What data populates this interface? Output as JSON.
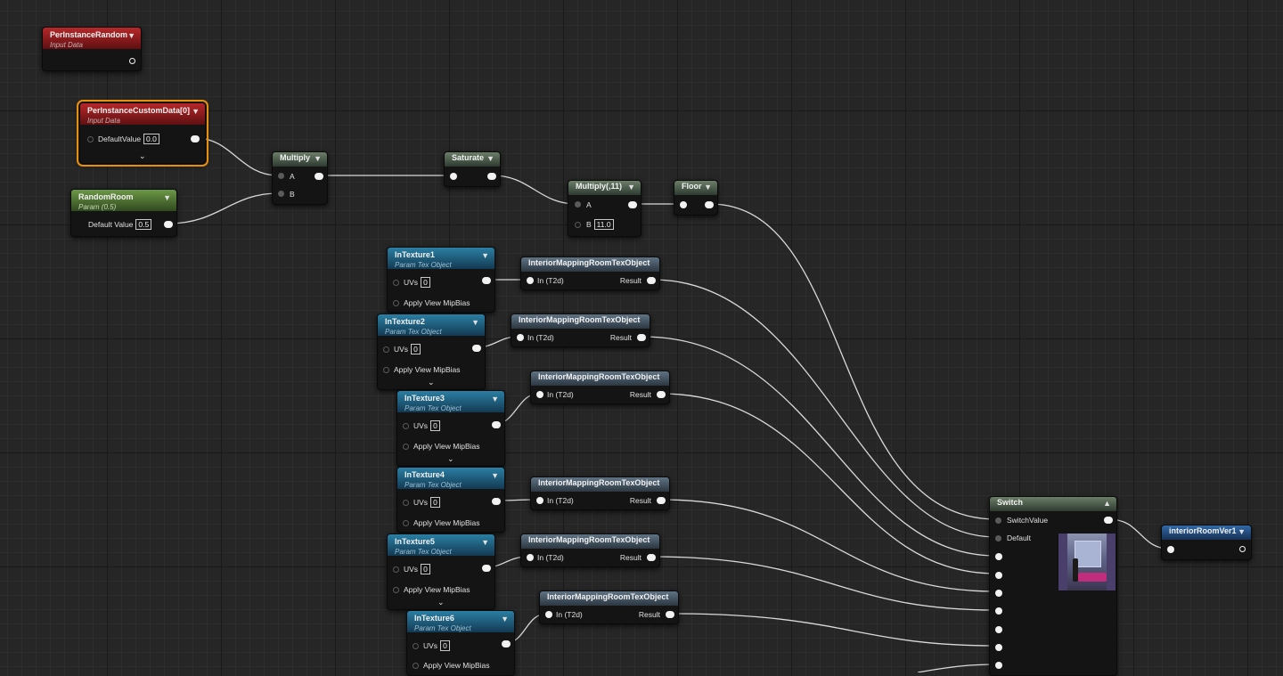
{
  "nodes": {
    "per_instance_random": {
      "title": "PerInstanceRandom",
      "subtitle": "Input Data"
    },
    "per_instance_custom": {
      "title": "PerInstanceCustomData[0]",
      "subtitle": "Input Data",
      "label": "DefaultValue",
      "value": "0.0"
    },
    "random_room": {
      "title": "RandomRoom",
      "subtitle": "Param (0.5)",
      "label": "Default Value",
      "value": "0.5"
    },
    "multiply": {
      "title": "Multiply",
      "pin_a": "A",
      "pin_b": "B"
    },
    "saturate": {
      "title": "Saturate"
    },
    "multiply_11": {
      "title": "Multiply(,11)",
      "pin_a": "A",
      "pin_b": "B",
      "value_b": "11.0"
    },
    "floor": {
      "title": "Floor"
    },
    "textures": [
      {
        "title": "InTexture1",
        "subtitle": "Param Tex Object",
        "uvs_label": "UVs",
        "uvs_value": "0",
        "mip_label": "Apply View MipBias"
      },
      {
        "title": "InTexture2",
        "subtitle": "Param Tex Object",
        "uvs_label": "UVs",
        "uvs_value": "0",
        "mip_label": "Apply View MipBias"
      },
      {
        "title": "InTexture3",
        "subtitle": "Param Tex Object",
        "uvs_label": "UVs",
        "uvs_value": "0",
        "mip_label": "Apply View MipBias"
      },
      {
        "title": "InTexture4",
        "subtitle": "Param Tex Object",
        "uvs_label": "UVs",
        "uvs_value": "0",
        "mip_label": "Apply View MipBias"
      },
      {
        "title": "InTexture5",
        "subtitle": "Param Tex Object",
        "uvs_label": "UVs",
        "uvs_value": "0",
        "mip_label": "Apply View MipBias"
      },
      {
        "title": "InTexture6",
        "subtitle": "Param Tex Object",
        "uvs_label": "UVs",
        "uvs_value": "0",
        "mip_label": "Apply View MipBias"
      }
    ],
    "room_tex": [
      {
        "title": "InteriorMappingRoomTexObject",
        "in_label": "In (T2d)",
        "out_label": "Result"
      },
      {
        "title": "InteriorMappingRoomTexObject",
        "in_label": "In (T2d)",
        "out_label": "Result"
      },
      {
        "title": "InteriorMappingRoomTexObject",
        "in_label": "In (T2d)",
        "out_label": "Result"
      },
      {
        "title": "InteriorMappingRoomTexObject",
        "in_label": "In (T2d)",
        "out_label": "Result"
      },
      {
        "title": "InteriorMappingRoomTexObject",
        "in_label": "In (T2d)",
        "out_label": "Result"
      },
      {
        "title": "InteriorMappingRoomTexObject",
        "in_label": "In (T2d)",
        "out_label": "Result"
      }
    ],
    "switch": {
      "title": "Switch",
      "switch_value": "SwitchValue",
      "default": "Default"
    },
    "output": {
      "title": "interiorRoomVer1"
    }
  },
  "colors": {
    "canvas": "#262626",
    "input_data_header": "#b7282a",
    "param_header": "#6c9846",
    "texture_header": "#2a7fa4",
    "function_header": "#5f7384",
    "selection": "#e8900c",
    "wire": "#d9d9d9"
  },
  "icons": [
    "chevron-down-icon",
    "chevron-up-icon",
    "expand-arrow-icon"
  ]
}
